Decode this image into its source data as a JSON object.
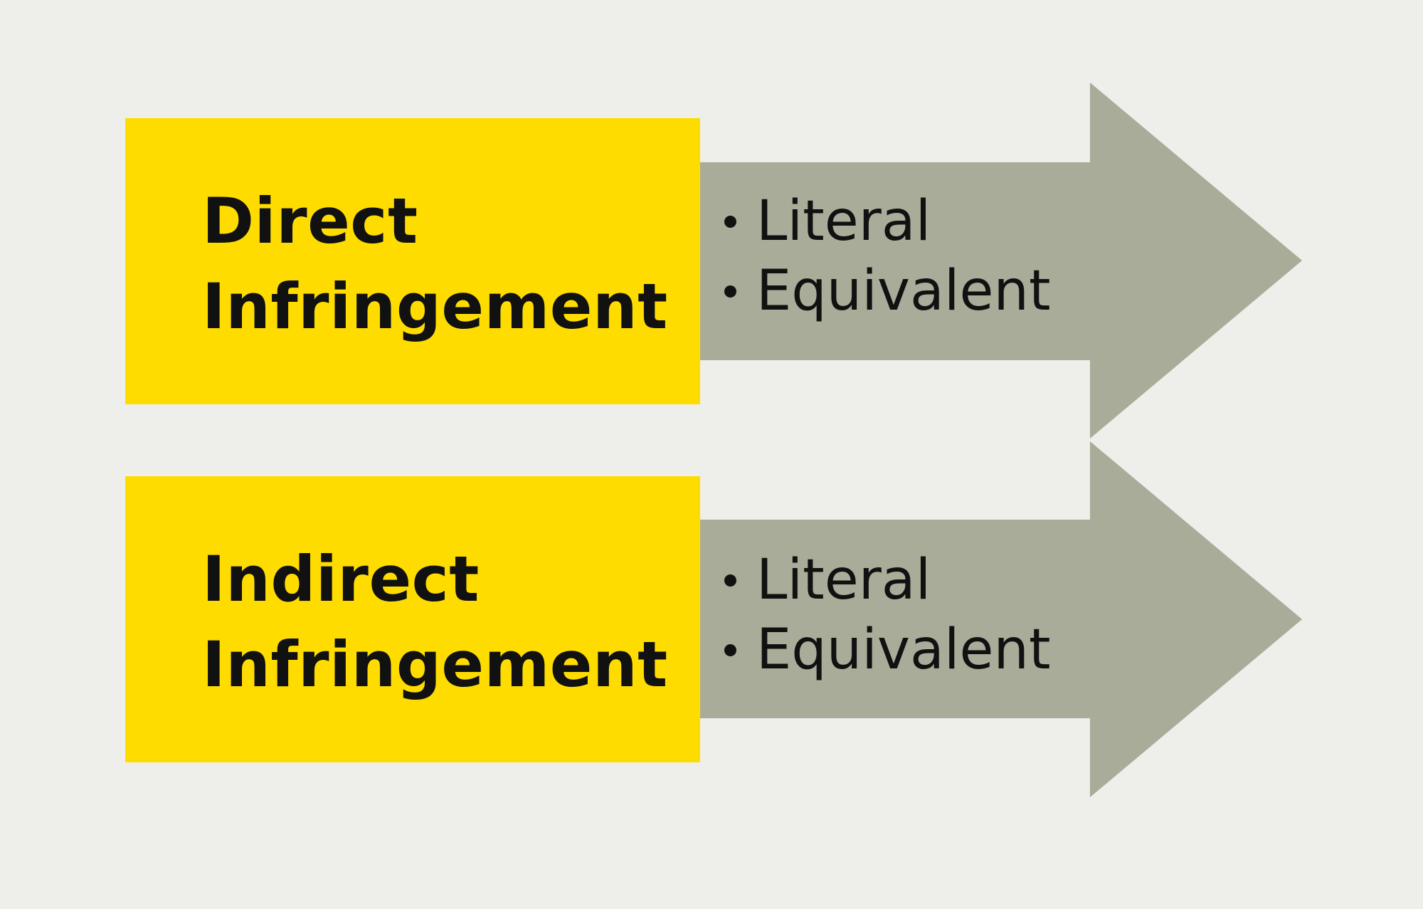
{
  "colors": {
    "background": "#eeeeea",
    "box_fill": "#ffdc00",
    "arrow_fill": "#a9ac99",
    "text": "#111111"
  },
  "rows": [
    {
      "label_line_1": "Direct",
      "label_line_2": "Infringement",
      "bullets": [
        "Literal",
        "Equivalent"
      ]
    },
    {
      "label_line_1": "Indirect",
      "label_line_2": "Infringement",
      "bullets": [
        "Literal",
        "Equivalent"
      ]
    }
  ]
}
